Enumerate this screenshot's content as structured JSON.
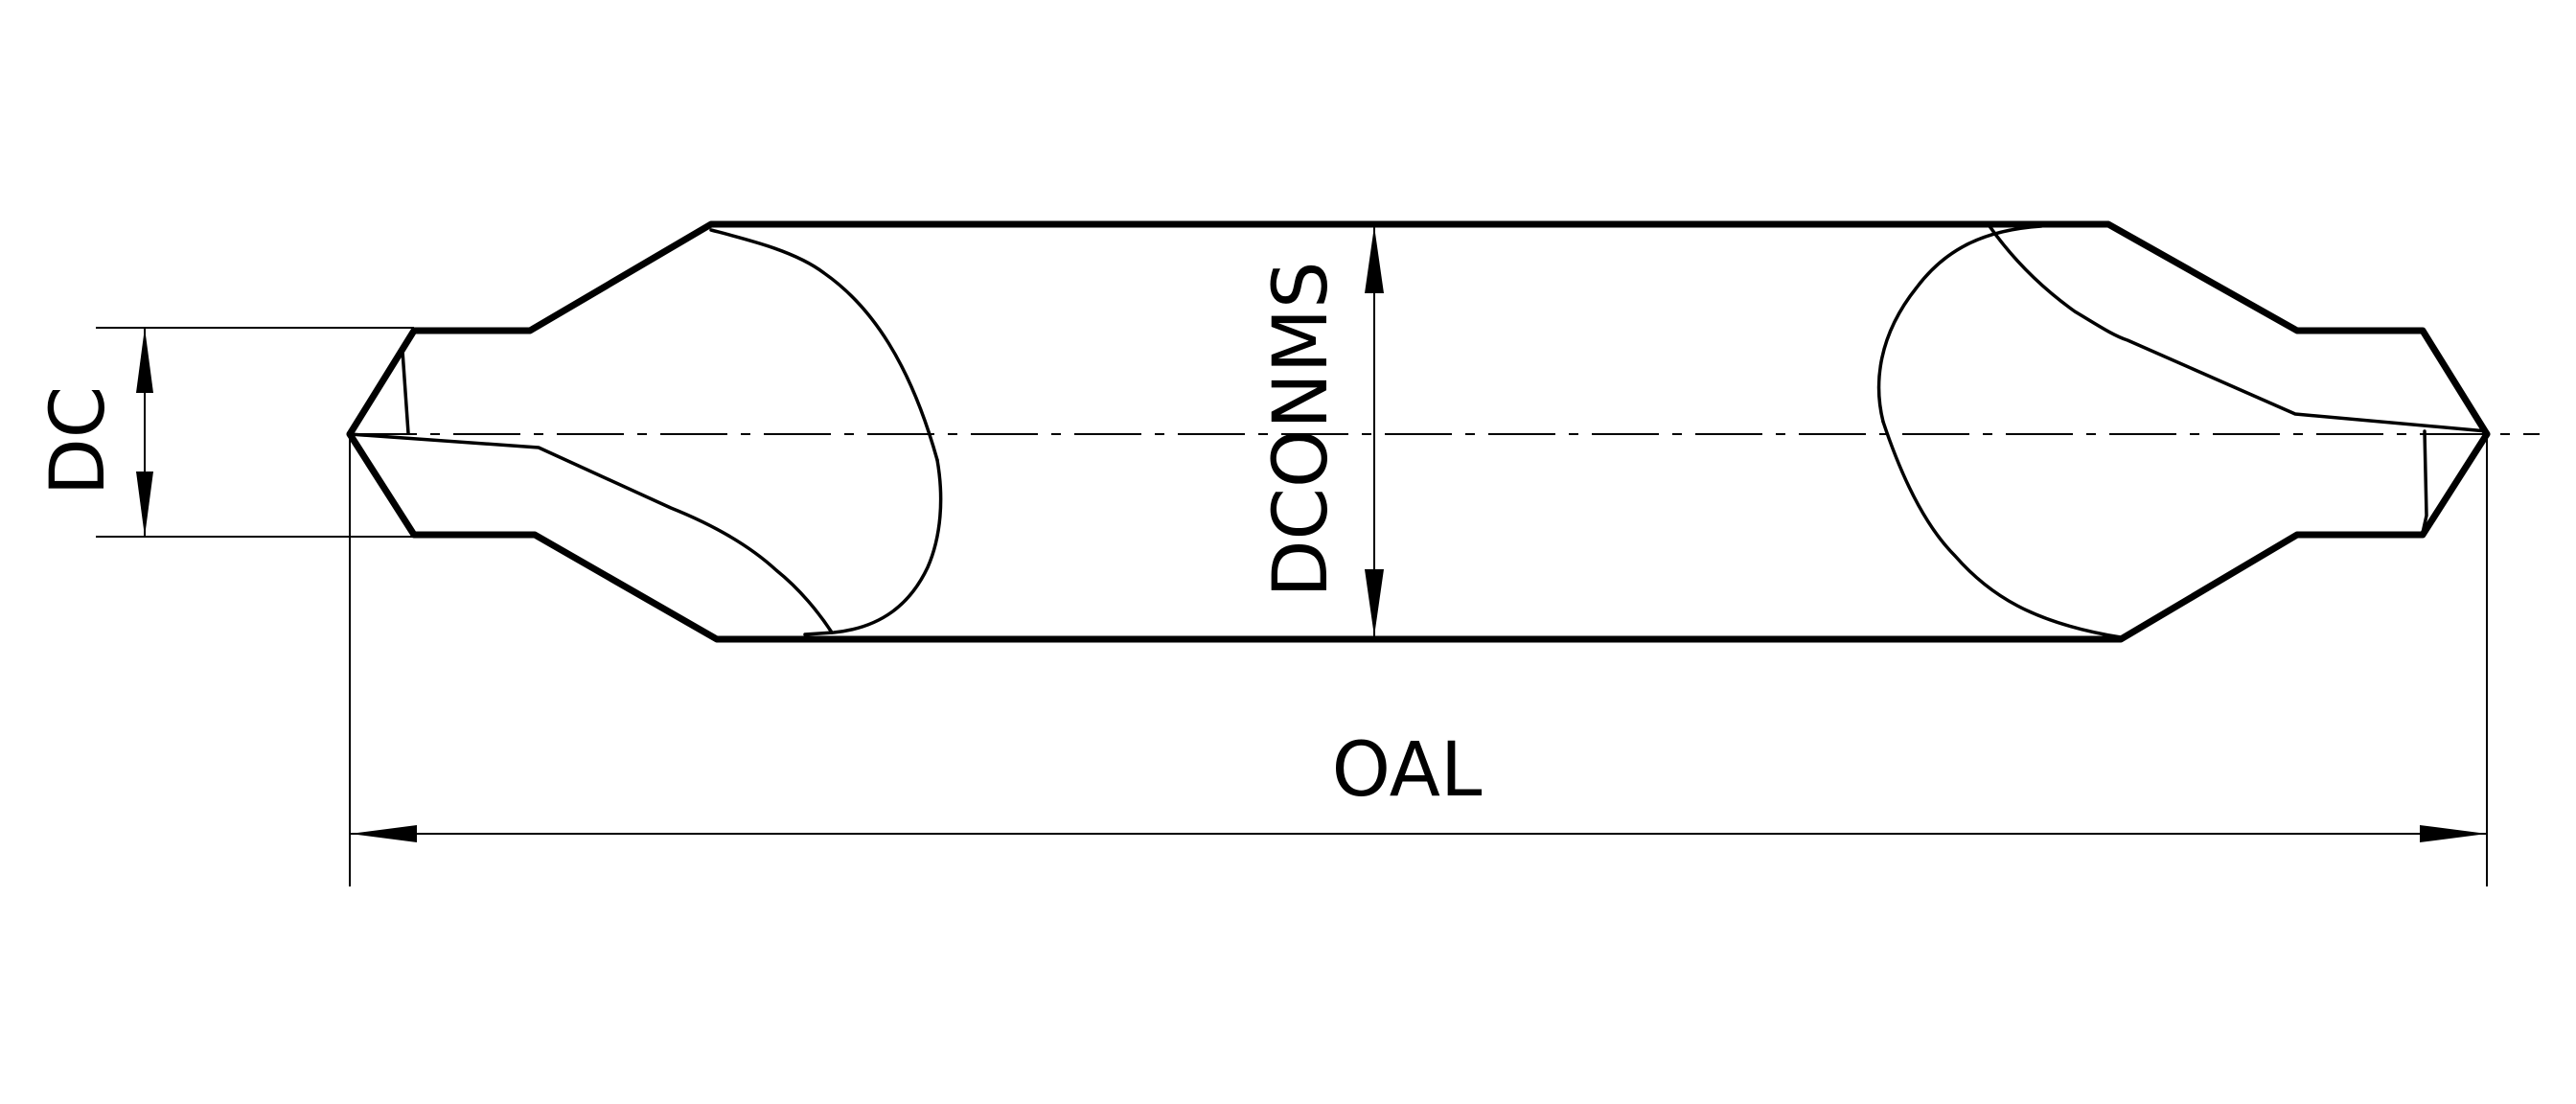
{
  "labels": {
    "dc": "DC",
    "dconms": "DCONMS",
    "oal": "OAL"
  },
  "colors": {
    "line": "#000000",
    "background": "#ffffff"
  }
}
